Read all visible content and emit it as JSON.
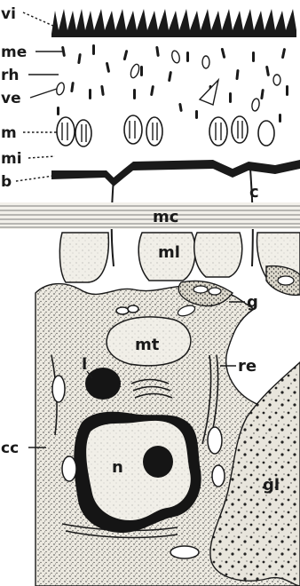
{
  "figure": {
    "side_labels": {
      "vi": "vi",
      "me": "me",
      "rh": "rh",
      "ve": "ve",
      "m": "m",
      "mi": "mi",
      "b": "b",
      "cc": "cc"
    },
    "internal_labels": {
      "c": "c",
      "mc": "mc",
      "ml": "ml",
      "g": "g",
      "mt": "mt",
      "l": "l",
      "re": "re",
      "n": "n",
      "gl": "gl"
    }
  },
  "colors": {
    "ink": "#1a1a1a",
    "stipple_bg": "#e9e6dc",
    "paper": "#ffffff"
  }
}
